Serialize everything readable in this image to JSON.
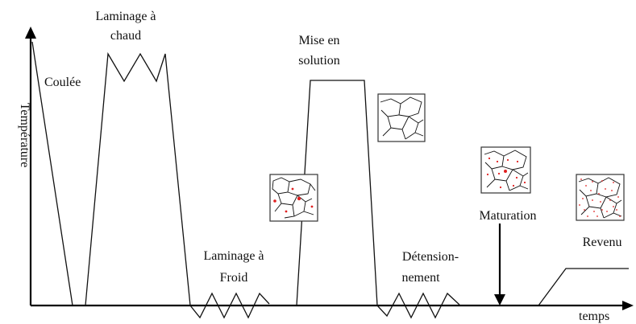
{
  "axes": {
    "y_label": "Température",
    "x_label": "temps"
  },
  "labels": {
    "coulee": "Coulée",
    "laminage_chaud_1": "Laminage à",
    "laminage_chaud_2": "chaud",
    "mise_solution_1": "Mise en",
    "mise_solution_2": "solution",
    "laminage_froid_1": "Laminage à",
    "laminage_froid_2": "Froid",
    "detension_1": "Détension-",
    "detension_2": "nement",
    "maturation": "Maturation",
    "revenu": "Revenu"
  },
  "colors": {
    "line": "#111111",
    "precipitate": "#e02020"
  }
}
